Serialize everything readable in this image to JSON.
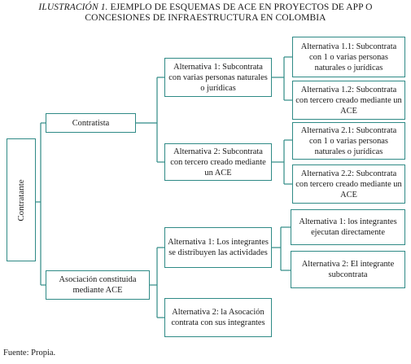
{
  "title": {
    "lead": "ILUSTRACIÓN 1.",
    "line1": "EJEMPLO DE ESQUEMAS DE ACE EN PROYECTOS DE APP O",
    "line2": "CONCESIONES DE INFRAESTRUCTURA EN COLOMBIA"
  },
  "nodes": {
    "contratante": "Contratante",
    "contratista": "Contratista",
    "asociacion": "Asociación constituida mediante ACE",
    "c_alt1": "Alternativa 1: Subcontrata con varias personas naturales o jurídicas",
    "c_alt2": "Alternativa 2: Subcontrata con tercero creado mediante un ACE",
    "c_alt1_1": "Alternativa 1.1: Subcontrata con 1 o varias personas naturales o jurídicas",
    "c_alt1_2": "Alternativa 1.2: Subcontrata con tercero creado mediante un ACE",
    "c_alt2_1": "Alternativa 2.1: Subcontrata con 1 o varias personas naturales o jurídicas",
    "c_alt2_2": "Alternativa 2.2: Subcontrata con tercero creado mediante un ACE",
    "a_alt1": "Alternativa 1: Los integrantes se distribuyen las actividades",
    "a_alt2": "Alternativa 2: la Asocación contrata con sus integrantes",
    "a_alt1_1": "Alternativa 1: los integrantes ejecutan directamente",
    "a_alt1_2": "Alternativa 2: El integrante subcontrata"
  },
  "source": "Fuente: Propia.",
  "colors": {
    "border": "#2f8a86",
    "line": "#2f8a86"
  }
}
